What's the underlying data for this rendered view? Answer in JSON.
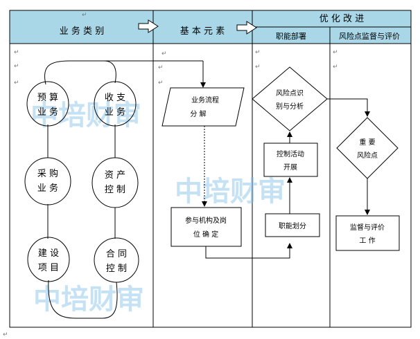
{
  "header": {
    "col1": "业 务 类 别",
    "col2": "基 本 元 素",
    "col3": "优 化 改 进",
    "sub1": "职能部署",
    "sub2": "风险点监督与评价"
  },
  "business": {
    "budget": [
      "预  算",
      "业  务"
    ],
    "revenue": [
      "收  支",
      "业  务"
    ],
    "purchase": [
      "采  购",
      "业  务"
    ],
    "asset": [
      "资  产",
      "控  制"
    ],
    "construction": [
      "建  设",
      "项  目"
    ],
    "contract": [
      "合  同",
      "控  制"
    ]
  },
  "elements": {
    "flow": [
      "业务流程",
      "分  解"
    ],
    "org": [
      "参与机构及岗",
      "位  确  定"
    ]
  },
  "functions": {
    "risk_identify": [
      "风险点识",
      "别与分析"
    ],
    "control": [
      "控制活动",
      "开展"
    ],
    "duty": "职能划分"
  },
  "monitor": {
    "key_risk": [
      "重  要",
      "风险点"
    ],
    "evaluate": [
      "监督与评价",
      "工    作"
    ]
  },
  "watermark": "中培财审",
  "colors": {
    "header_bg": "#a9d7e7",
    "line": "#000000",
    "watermark": "#7fc0ea"
  }
}
